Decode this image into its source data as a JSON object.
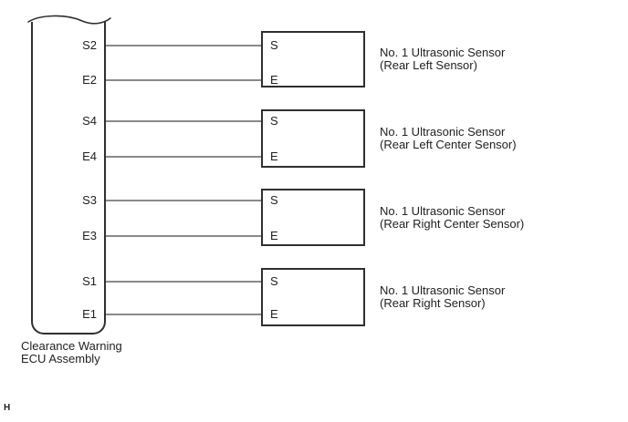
{
  "ecu": {
    "pins": [
      "S2",
      "E2",
      "S4",
      "E4",
      "S3",
      "E3",
      "S1",
      "E1"
    ],
    "label_line1": "Clearance Warning",
    "label_line2": "ECU Assembly"
  },
  "sensors": [
    {
      "terminal_top": "S",
      "terminal_bottom": "E",
      "name": "No. 1 Ultrasonic Sensor",
      "location": "(Rear Left Sensor)"
    },
    {
      "terminal_top": "S",
      "terminal_bottom": "E",
      "name": "No. 1 Ultrasonic Sensor",
      "location": "(Rear Left Center Sensor)"
    },
    {
      "terminal_top": "S",
      "terminal_bottom": "E",
      "name": "No. 1 Ultrasonic Sensor",
      "location": "(Rear Right Center Sensor)"
    },
    {
      "terminal_top": "S",
      "terminal_bottom": "E",
      "name": "No. 1 Ultrasonic Sensor",
      "location": "(Rear Right Sensor)"
    }
  ],
  "page_marker": "H",
  "colors": {
    "wire": "#8a8a8a",
    "outline": "#2f2f2f",
    "text": "#212121"
  }
}
